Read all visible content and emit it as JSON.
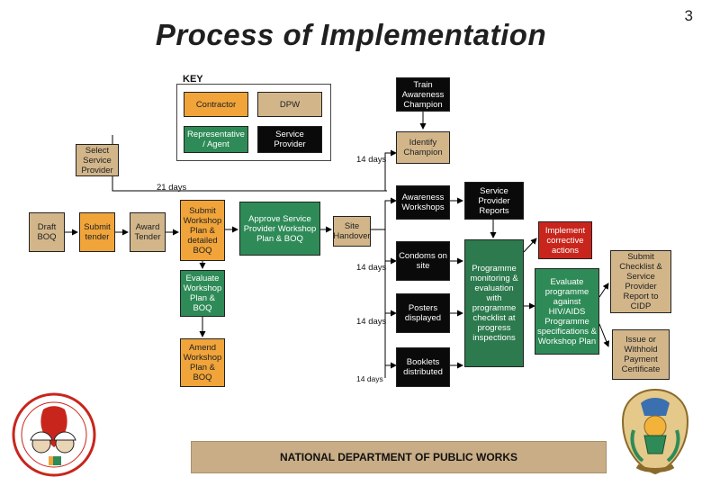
{
  "title": "Process of Implementation",
  "page_number": "3",
  "key": {
    "label": "KEY",
    "items": [
      "Contractor",
      "DPW",
      "Representative / Agent",
      "Service Provider"
    ]
  },
  "nodes": {
    "train": "Train Awareness Champion",
    "identify": "Identify Champion",
    "select": "Select Service Provider",
    "draft": "Draft BOQ",
    "submit_tender": "Submit tender",
    "award": "Award Tender",
    "submit_workshop": "Submit Workshop Plan & detailed BOQ",
    "approve": "Approve Service Provider Workshop Plan & BOQ",
    "site": "Site Handover",
    "awareness": "Awareness Workshops",
    "sp_reports": "Service Provider Reports",
    "evaluate_workshop": "Evaluate Workshop Plan & BOQ",
    "amend": "Amend Workshop Plan & BOQ",
    "condoms": "Condoms on site",
    "posters": "Posters displayed",
    "booklets": "Booklets distributed",
    "monitoring": "Programme monitoring & evaluation with programme checklist at progress inspections",
    "implement": "Implement corrective actions",
    "evaluate_programme": "Evaluate programme against HIV/AIDS Programme specifications & Workshop Plan",
    "submit_checklist": "Submit Checklist & Service Provider Report to CIDP",
    "issue": "Issue or Withhold Payment Certificate"
  },
  "durations": {
    "d21": "21 days",
    "d14a": "14 days",
    "d14b": "14 days",
    "d14c": "14 days",
    "d14d": "14 days"
  },
  "footer": "NATIONAL DEPARTMENT OF PUBLIC WORKS",
  "colors": {
    "contractor": "#f0a43a",
    "dpw": "#d2b68a",
    "agent": "#2e8b57",
    "service_provider": "#0a0a0a",
    "corrective": "#c8261c",
    "footer": "#c9ad86"
  }
}
